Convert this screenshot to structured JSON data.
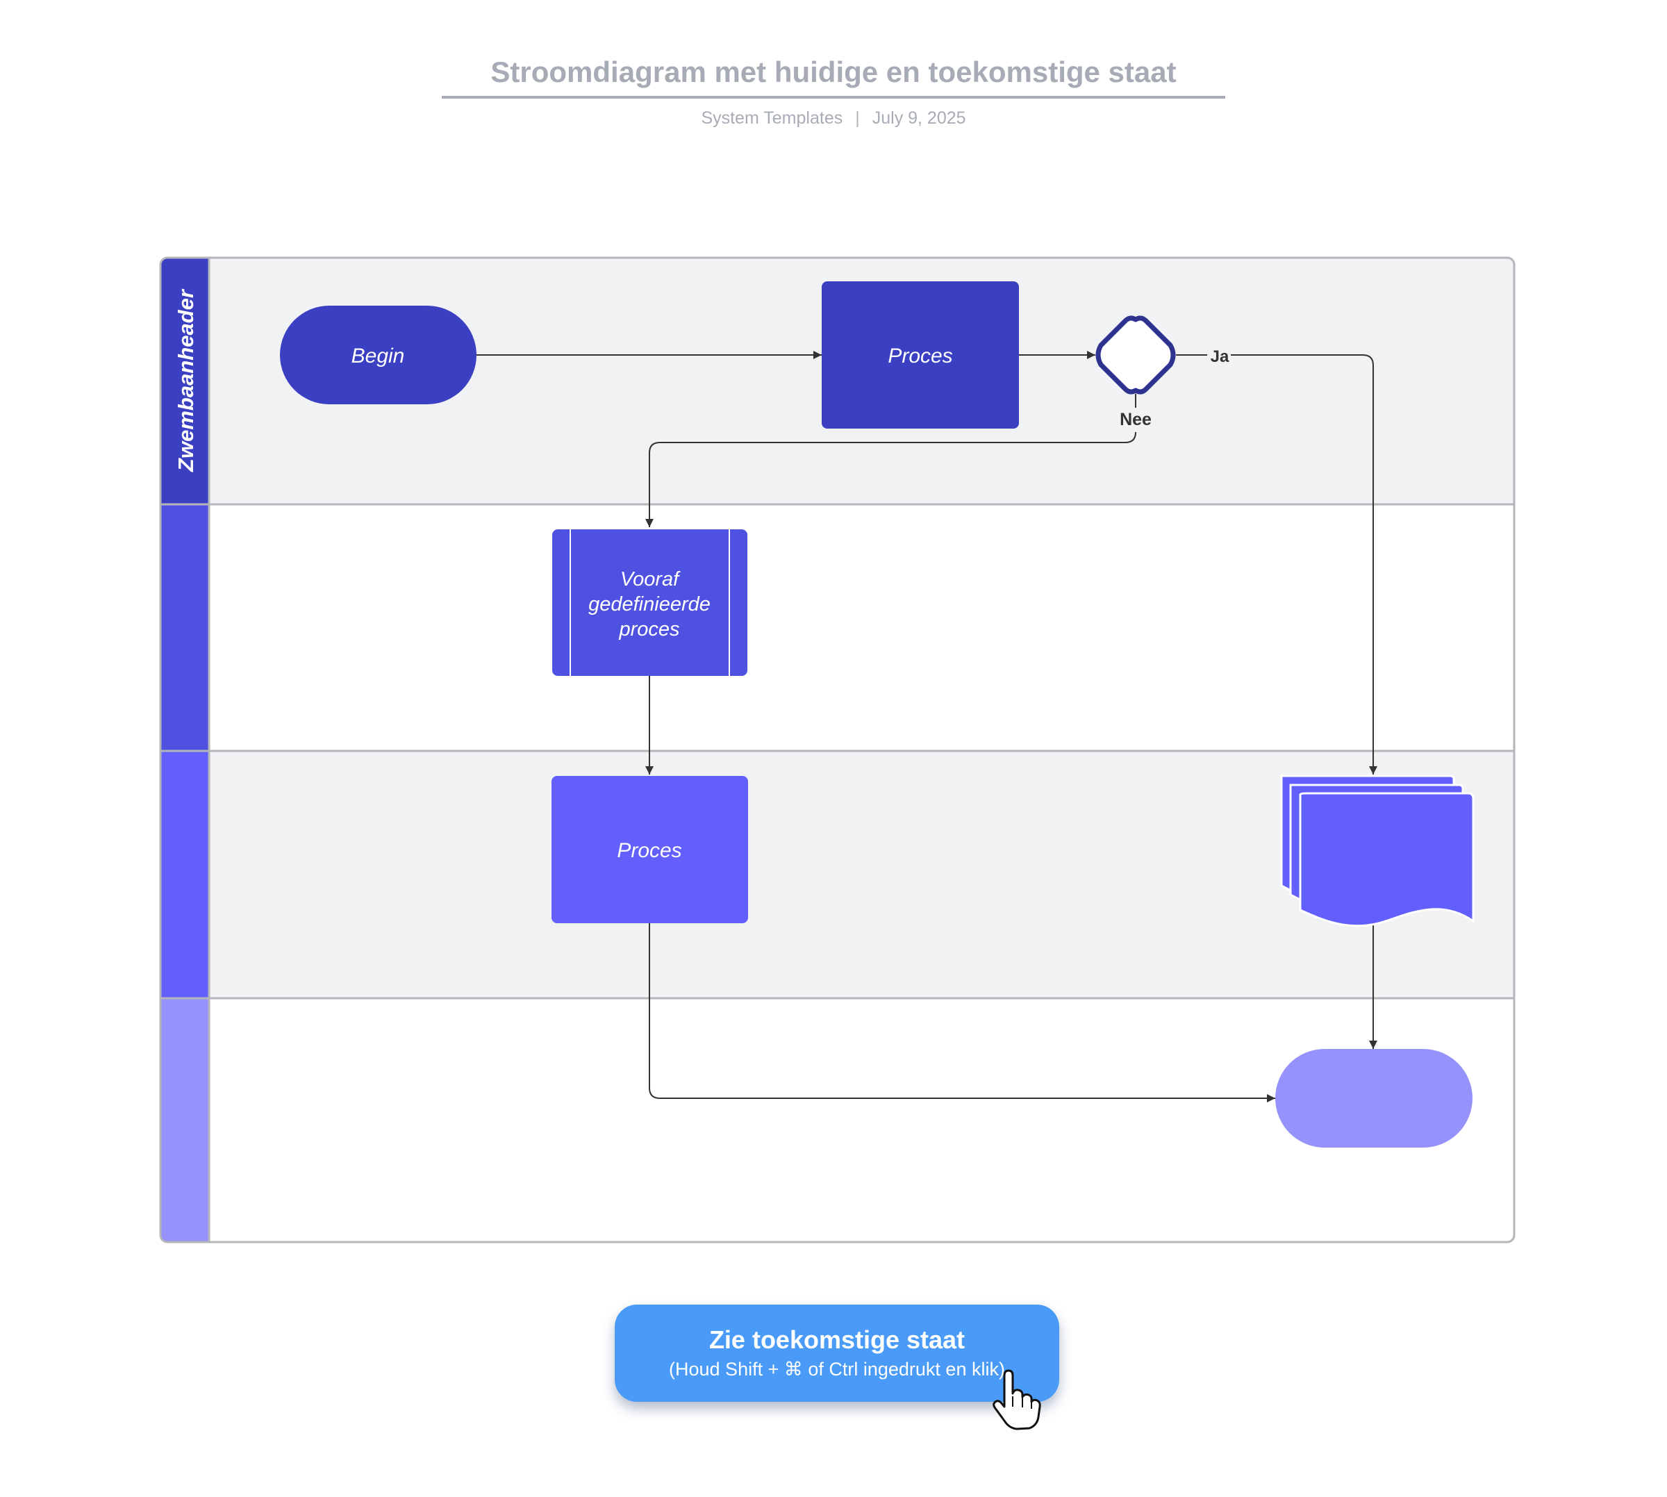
{
  "header": {
    "title": "Stroomdiagram met huidige en toekomstige staat",
    "author": "System Templates",
    "date": "July 9, 2025"
  },
  "diagram": {
    "swimlane_header": "Zwembaanheader",
    "lane_colors": [
      "#3b40c2",
      "#4f52e0",
      "#625ffd",
      "#9592fb"
    ],
    "nodes": {
      "begin": "Begin",
      "process_1": "Proces",
      "predefined_process": "Vooraf gedefinieerde proces",
      "process_2": "Proces",
      "end": ""
    },
    "labels": {
      "yes": "Ja",
      "no": "Nee"
    }
  },
  "cta": {
    "title": "Zie toekomstige staat",
    "subtitle": "(Houd Shift + ⌘ of Ctrl ingedrukt en klik)",
    "color": "#4a9bf7"
  }
}
